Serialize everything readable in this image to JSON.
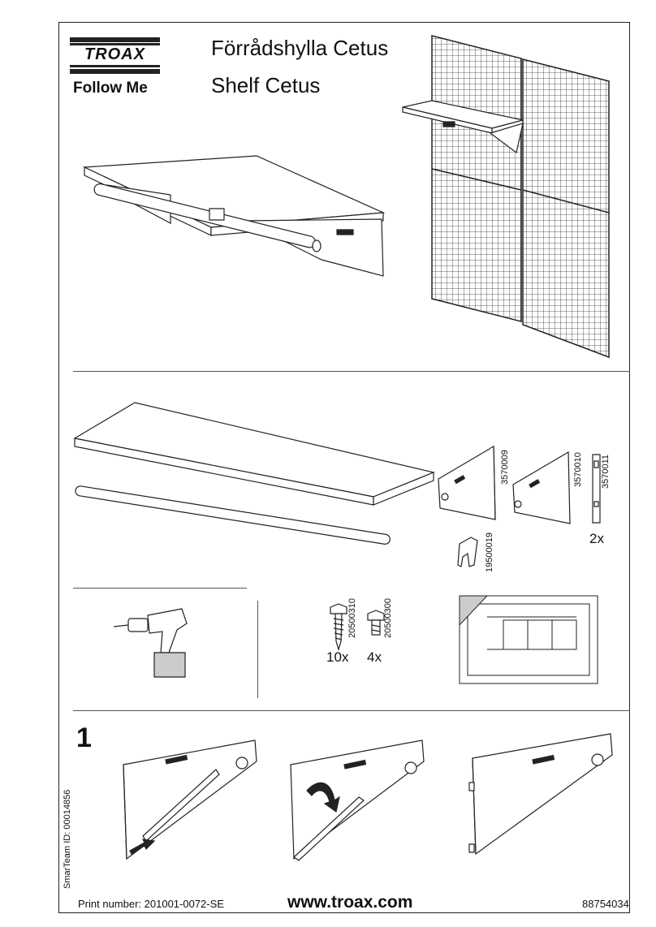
{
  "brand": {
    "logo": "TROAX",
    "tagline": "Follow Me"
  },
  "title": {
    "swedish": "Förrådshylla Cetus",
    "english": "Shelf Cetus"
  },
  "parts": {
    "bracket_left": "3570009",
    "bracket_right": "3570010",
    "hanger": "3570011",
    "hook": "19500019",
    "hanger_qty": "2x",
    "screw_long": "20500310",
    "screw_short": "20500300",
    "screw_long_qty": "10x",
    "screw_short_qty": "4x"
  },
  "step": "1",
  "footer": {
    "smarteam_id": "SmarTeam ID: 00014856",
    "print_number": "Print number: 201001-0072-SE",
    "website": "www.troax.com",
    "document_number": "88754034"
  },
  "colors": {
    "line": "#222222",
    "fill": "#ffffff",
    "grey": "#cccccc"
  }
}
